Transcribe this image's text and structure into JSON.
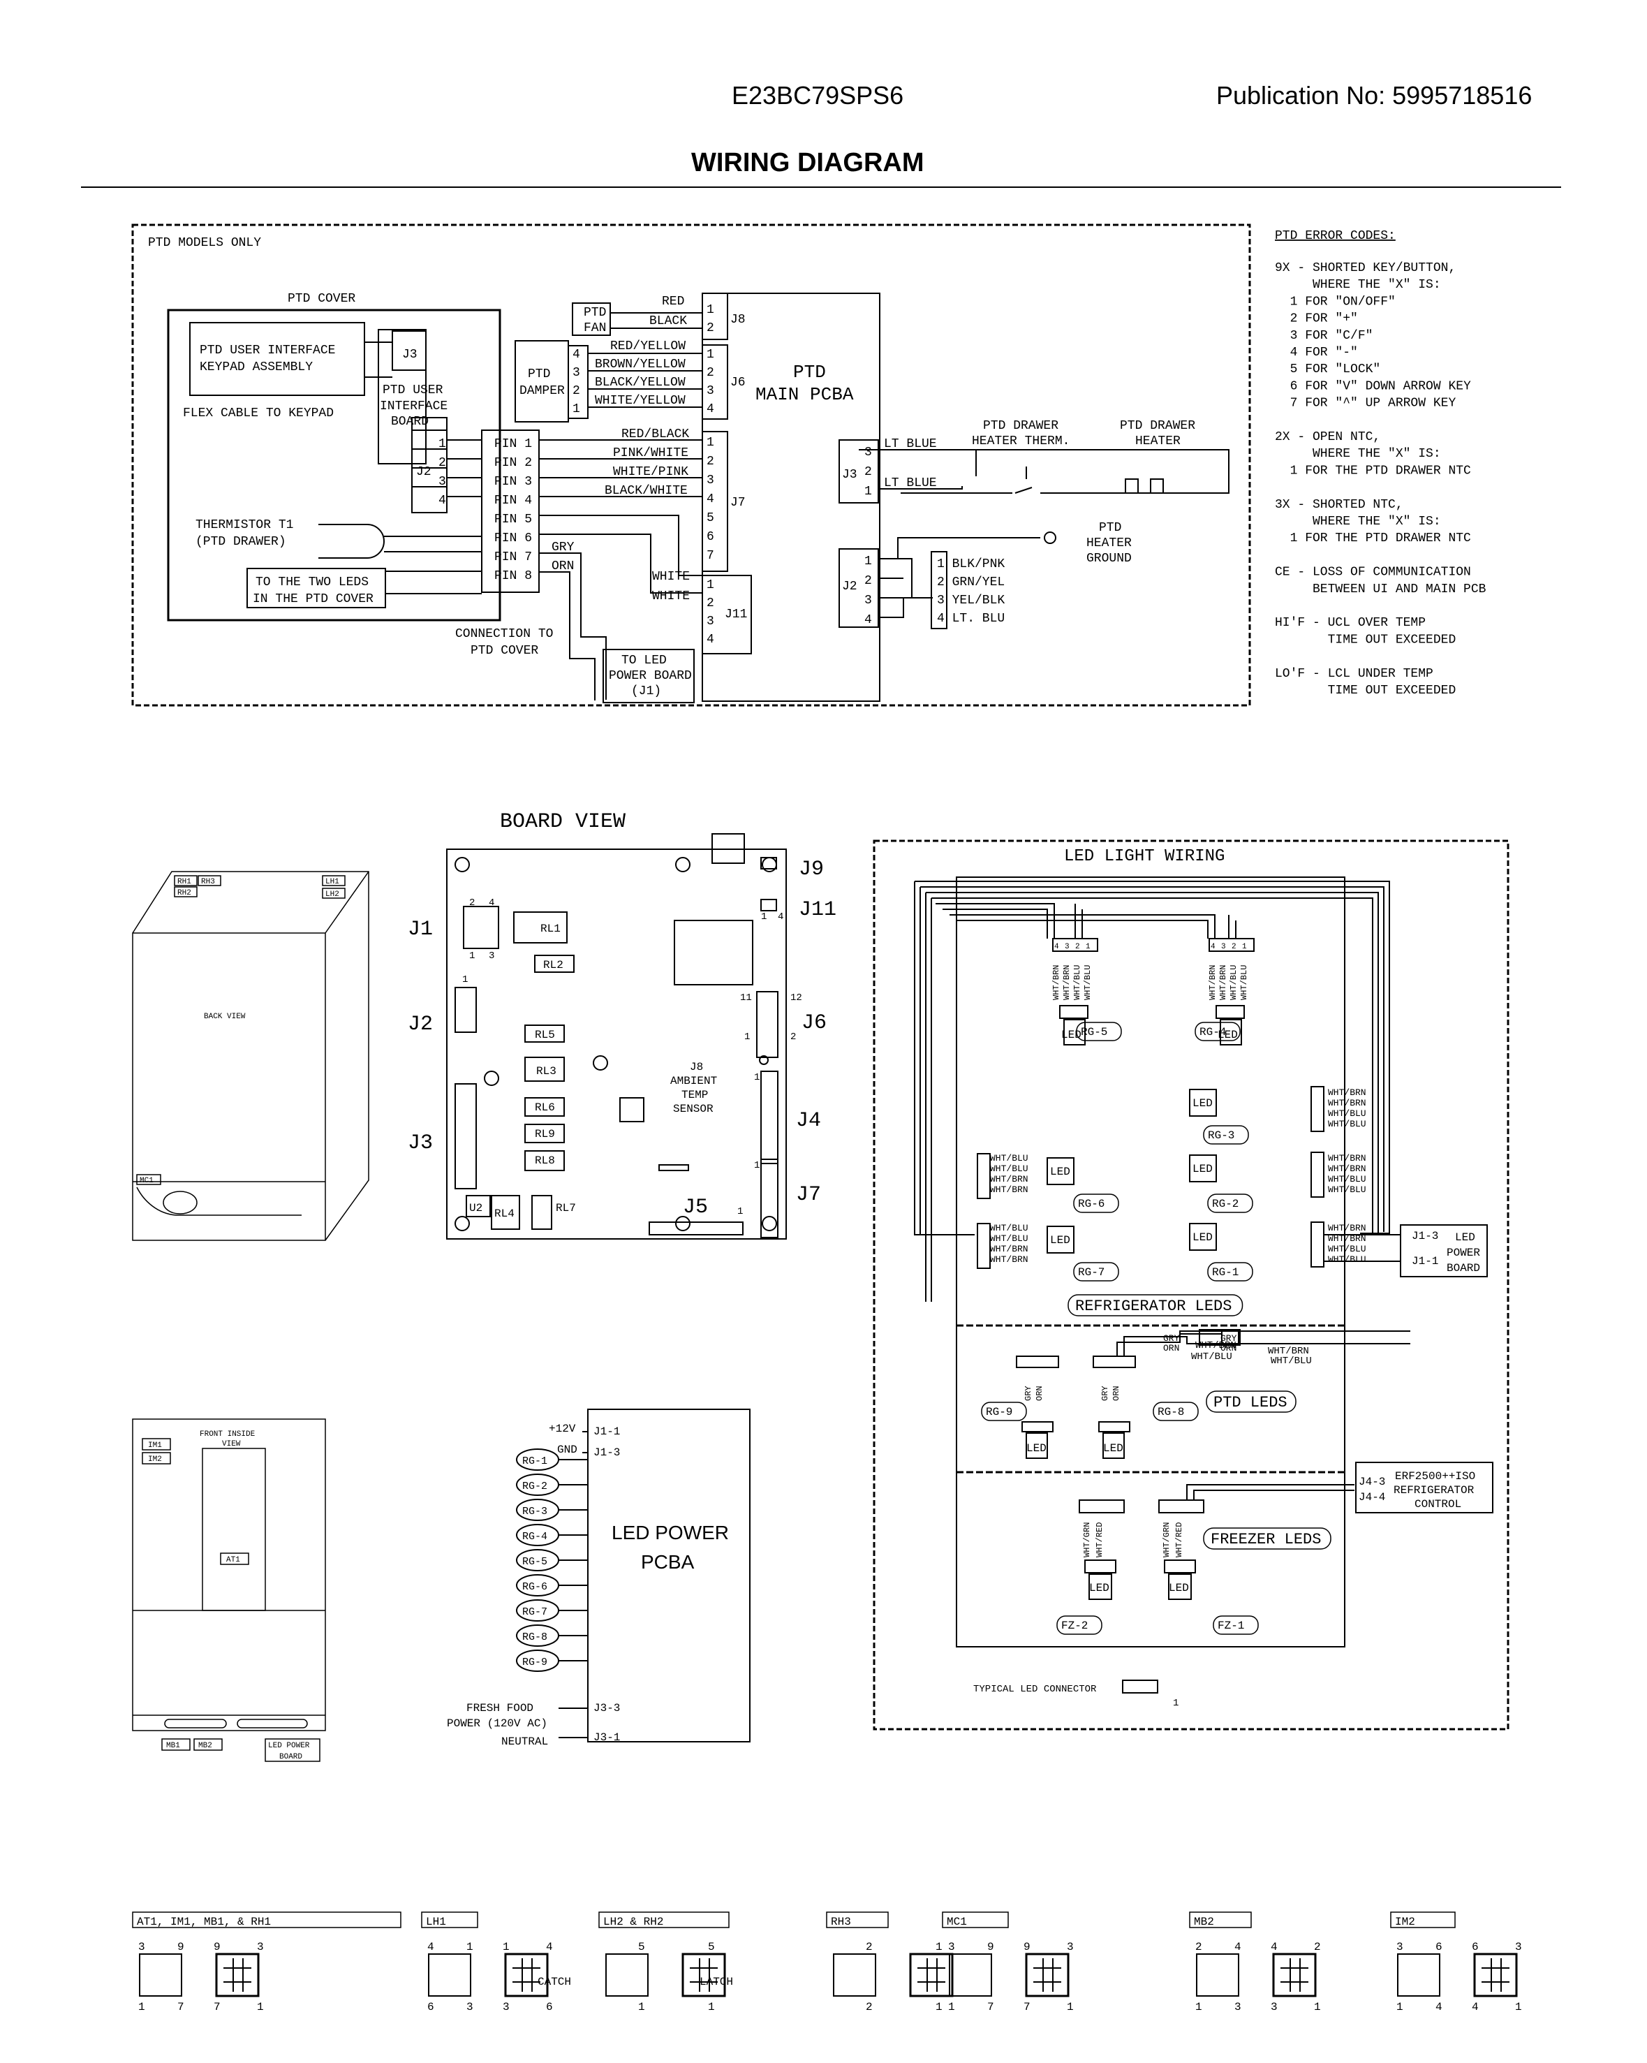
{
  "header": {
    "model": "E23BC79SPS6",
    "publication": "Publication No:  5995718516",
    "title": "WIRING DIAGRAM"
  },
  "ptd": {
    "frame_label": "PTD MODELS ONLY",
    "cover_label": "PTD COVER",
    "keypad": [
      "PTD USER INTERFACE",
      "KEYPAD ASSEMBLY"
    ],
    "j3": "J3",
    "ui_board": [
      "PTD USER",
      "INTERFACE",
      "BOARD"
    ],
    "flex_cable": "FLEX CABLE TO KEYPAD",
    "j2": "J2",
    "ui_pins": [
      "1",
      "2",
      "3",
      "4"
    ],
    "pins": [
      "PIN 1",
      "PIN 2",
      "PIN 3",
      "PIN 4",
      "PIN 5",
      "PIN 6",
      "PIN 7",
      "PIN 8"
    ],
    "thermistor": [
      "THERMISTOR T1",
      "(PTD DRAWER)"
    ],
    "two_leds": [
      "TO THE TWO LEDS",
      "IN THE PTD COVER"
    ],
    "connection": [
      "CONNECTION TO",
      "PTD COVER"
    ],
    "fan": [
      "PTD",
      "FAN"
    ],
    "damper": [
      "PTD",
      "DAMPER"
    ],
    "damper_pins": [
      "4",
      "3",
      "2",
      "1"
    ],
    "fan_wires": [
      "RED",
      "BLACK"
    ],
    "damper_wires": [
      "RED/YELLOW",
      "BROWN/YELLOW",
      "BLACK/YELLOW",
      "WHITE/YELLOW"
    ],
    "j7_wires": [
      "RED/BLACK",
      "PINK/WHITE",
      "WHITE/PINK",
      "BLACK/WHITE"
    ],
    "gry": "GRY",
    "orn": "ORN",
    "white": "WHITE",
    "to_led": [
      "TO LED",
      "POWER BOARD",
      "(J1)"
    ],
    "main_pcba": [
      "PTD",
      "MAIN PCBA"
    ],
    "j8": "J8",
    "j6": "J6",
    "j7": "J7",
    "j11": "J11",
    "j3r": "J3",
    "j2r": "J2",
    "j8_pins": [
      "1",
      "2"
    ],
    "j6_pins": [
      "1",
      "2",
      "3",
      "4"
    ],
    "j7_pins": [
      "1",
      "2",
      "3",
      "4",
      "5",
      "6",
      "7"
    ],
    "j11_pins": [
      "1",
      "2",
      "3",
      "4"
    ],
    "j3_pins": [
      "3",
      "2",
      "1"
    ],
    "j2_pins": [
      "1",
      "2",
      "3",
      "4"
    ],
    "lt_blue": "LT BLUE",
    "therm": [
      "PTD DRAWER",
      "HEATER THERM."
    ],
    "heater": [
      "PTD DRAWER",
      "HEATER"
    ],
    "ground": [
      "PTD",
      "HEATER",
      "GROUND"
    ],
    "harness": [
      "1 BLK/PNK",
      "2 GRN/YEL",
      "3 YEL/BLK",
      "4 LT. BLU"
    ]
  },
  "errors": {
    "title": "PTD ERROR CODES:",
    "lines": [
      "9X - SHORTED KEY/BUTTON,",
      "     WHERE THE \"X\" IS:",
      "  1 FOR \"ON/OFF\"",
      "  2 FOR \"+\"",
      "  3 FOR \"C/F\"",
      "  4 FOR \"-\"",
      "  5 FOR \"LOCK\"",
      "  6 FOR \"V\" DOWN ARROW KEY",
      "  7 FOR \"^\" UP ARROW KEY",
      "",
      "2X - OPEN NTC,",
      "     WHERE THE \"X\" IS:",
      "  1 FOR THE PTD DRAWER NTC",
      "",
      "3X - SHORTED NTC,",
      "     WHERE THE \"X\" IS:",
      "  1 FOR THE PTD DRAWER NTC",
      "",
      "CE - LOSS OF COMMUNICATION",
      "     BETWEEN UI AND MAIN PCB",
      "",
      "HI'F - UCL OVER TEMP",
      "       TIME OUT EXCEEDED",
      "",
      "LO'F - LCL UNDER TEMP",
      "       TIME OUT EXCEEDED"
    ]
  },
  "back": {
    "labels": [
      "RH1",
      "RH3",
      "RH2",
      "LH1",
      "LH2"
    ],
    "title": "BACK VIEW",
    "mc1": "MC1"
  },
  "board": {
    "title": "BOARD VIEW",
    "relays": [
      "RL1",
      "RL2",
      "RL5",
      "RL3",
      "RL6",
      "RL9",
      "RL8",
      "RL4",
      "RL7"
    ],
    "u2": "U2",
    "jacks": [
      "J9",
      "J11",
      "J1",
      "J6",
      "J2",
      "J4",
      "J3",
      "J7",
      "J5"
    ],
    "j8": [
      "J8",
      "AMBIENT",
      "TEMP",
      "SENSOR"
    ],
    "j1_pins": [
      "2",
      "4",
      "1",
      "3"
    ],
    "misc": [
      "1",
      "4",
      "11",
      "12",
      "1",
      "2",
      "1",
      "1",
      "1",
      "1"
    ]
  },
  "front": {
    "title": [
      "FRONT INSIDE",
      "VIEW"
    ],
    "labels": [
      "IM1",
      "IM2",
      "AT1"
    ],
    "bottom": [
      "MB1",
      "MB2",
      "LED POWER",
      "BOARD"
    ]
  },
  "led_power": {
    "v12": "+12V",
    "gnd": "GND",
    "pins": [
      "J1-1",
      "J1-3",
      "J3-3",
      "J3-1"
    ],
    "rg": [
      "RG-1",
      "RG-2",
      "RG-3",
      "RG-4",
      "RG-5",
      "RG-6",
      "RG-7",
      "RG-8",
      "RG-9"
    ],
    "name": [
      "LED POWER",
      "PCBA"
    ],
    "fresh": [
      "FRESH FOOD",
      "POWER (120V AC)"
    ],
    "neutral": "NEUTRAL"
  },
  "led": {
    "title": "LED LIGHT WIRING",
    "rg_labels": [
      "RG-5",
      "RG-4",
      "RG-3",
      "RG-6",
      "RG-2",
      "RG-7",
      "RG-1",
      "RG-9",
      "RG-8",
      "FZ-2",
      "FZ-1"
    ],
    "led": "LED",
    "wires4": [
      "WHT/BRN",
      "WHT/BRN",
      "WHT/BLU",
      "WHT/BLU"
    ],
    "wires4b": [
      "WHT/BLU",
      "WHT/BLU",
      "WHT/BRN",
      "WHT/BRN"
    ],
    "ptd_wires": [
      "GRY",
      "ORN",
      "GRY",
      "ORN"
    ],
    "ptd_vert": [
      "GRY",
      "ORN"
    ],
    "wht_brn": "WHT/BRN",
    "wht_blu": "WHT/BLU",
    "fz_wires": [
      "WHT/GRN",
      "WHT/RED"
    ],
    "section_labels": [
      "REFRIGERATOR LEDS",
      "PTD LEDS",
      "FREEZER LEDS"
    ],
    "power_board": [
      "J1-3",
      "J1-1",
      "LED",
      "POWER",
      "BOARD"
    ],
    "erf": [
      "J4-3",
      "J4-4",
      "ERF2500++ISO",
      "REFRIGERATOR",
      "CONTROL"
    ],
    "typical": "TYPICAL LED CONNECTOR",
    "pin_nums": [
      "4",
      "3",
      "2",
      "1"
    ]
  },
  "connectors": [
    {
      "label": "AT1, IM1, MB1, & RH1",
      "nums": [
        "3",
        "9",
        "9",
        "3",
        "1",
        "7",
        "7",
        "1"
      ]
    },
    {
      "label": "LH1",
      "nums": [
        "4",
        "1",
        "1",
        "4",
        "6",
        "3",
        "3",
        "6"
      ]
    },
    {
      "label": "LH2 & RH2",
      "nums": [
        "5",
        "5",
        "1",
        "1"
      ],
      "catch": "CATCH",
      "latch": "LATCH"
    },
    {
      "label": "RH3",
      "nums": [
        "2",
        "1",
        "2",
        "1"
      ]
    },
    {
      "label": "MC1",
      "nums": [
        "3",
        "9",
        "9",
        "3",
        "1",
        "7",
        "7",
        "1"
      ]
    },
    {
      "label": "MB2",
      "nums": [
        "2",
        "4",
        "4",
        "2",
        "1",
        "3",
        "3",
        "1"
      ]
    },
    {
      "label": "IM2",
      "nums": [
        "3",
        "6",
        "6",
        "3",
        "1",
        "4",
        "4",
        "1"
      ]
    }
  ]
}
